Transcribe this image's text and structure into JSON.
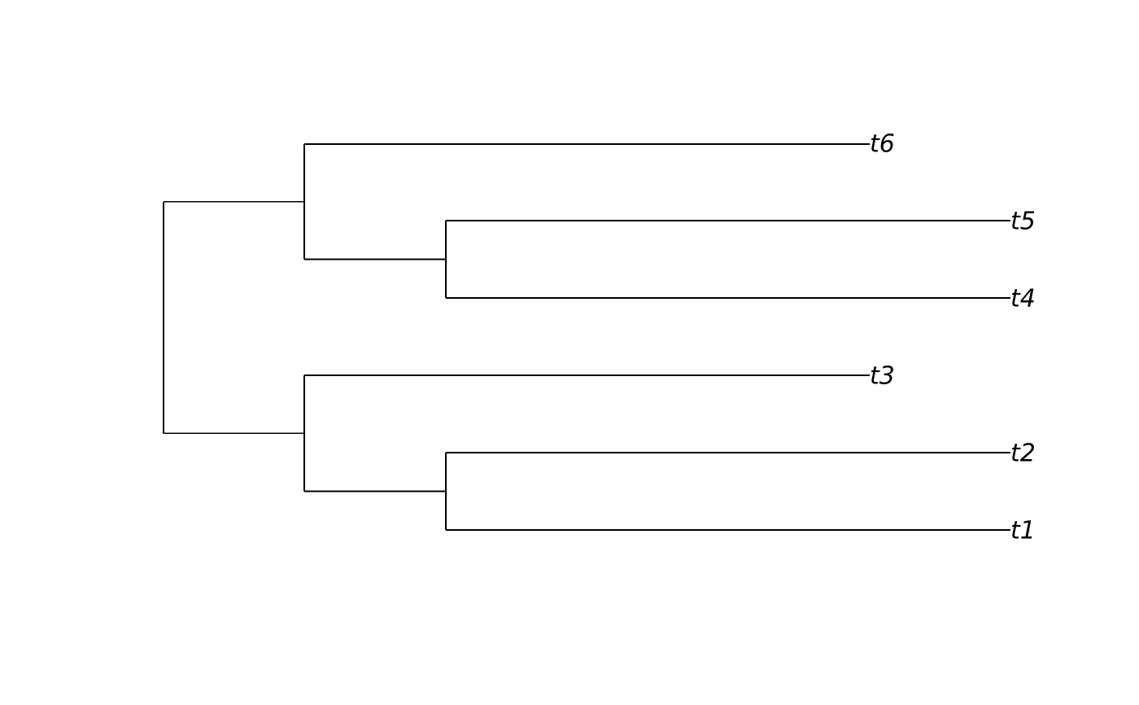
{
  "tree": {
    "tips": [
      {
        "id": "t6",
        "label": "t6"
      },
      {
        "id": "t5",
        "label": "t5"
      },
      {
        "id": "t4",
        "label": "t4"
      },
      {
        "id": "t3",
        "label": "t3"
      },
      {
        "id": "t2",
        "label": "t2"
      },
      {
        "id": "t1",
        "label": "t1"
      }
    ],
    "topology": {
      "id": "root",
      "children": [
        {
          "id": "n1",
          "children": [
            {
              "tip": "t6"
            },
            {
              "id": "n2",
              "children": [
                {
                  "tip": "t5"
                },
                {
                  "tip": "t4"
                }
              ]
            }
          ]
        },
        {
          "id": "n3",
          "children": [
            {
              "tip": "t3"
            },
            {
              "id": "n4",
              "children": [
                {
                  "tip": "t2"
                },
                {
                  "tip": "t1"
                }
              ]
            }
          ]
        }
      ]
    },
    "line_color": "#000000"
  }
}
